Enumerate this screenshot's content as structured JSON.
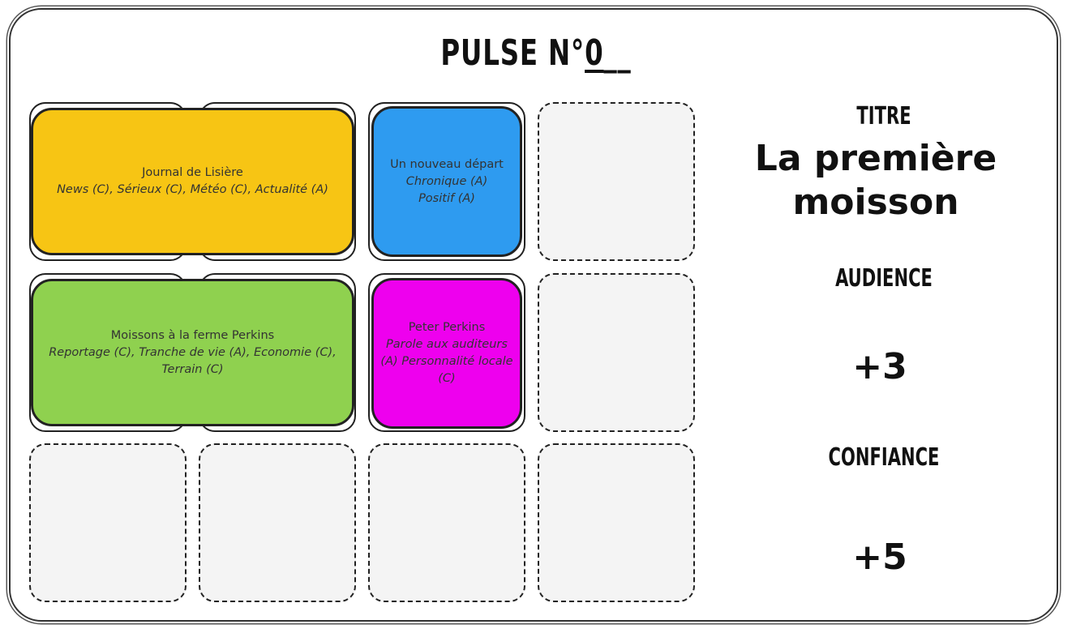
{
  "pulse": {
    "prefix": "PULSE N°",
    "number": "0",
    "suffix": "__"
  },
  "cards": [
    {
      "title": "Journal de Lisière",
      "tags": "News (C), Sérieux (C), Météo (C), Actualité (A)",
      "color": "#f7c514"
    },
    {
      "title": "Un nouveau départ",
      "tags": "Chronique (A) Positif (A)",
      "color": "#2e9bf0"
    },
    {
      "title": "Moissons à la ferme Perkins",
      "tags": "Reportage (C), Tranche de vie (A), Economie (C), Terrain (C)",
      "color": "#8fd14f"
    },
    {
      "title": "Peter Perkins",
      "tags": "Parole aux auditeurs (A) Personnalité locale (C)",
      "color": "#ee00ee"
    }
  ],
  "side": {
    "titre_label": "TITRE",
    "titre_value": "La première moisson",
    "audience_label": "AUDIENCE",
    "audience_value": "+3",
    "confiance_label": "CONFIANCE",
    "confiance_value": "+5"
  }
}
